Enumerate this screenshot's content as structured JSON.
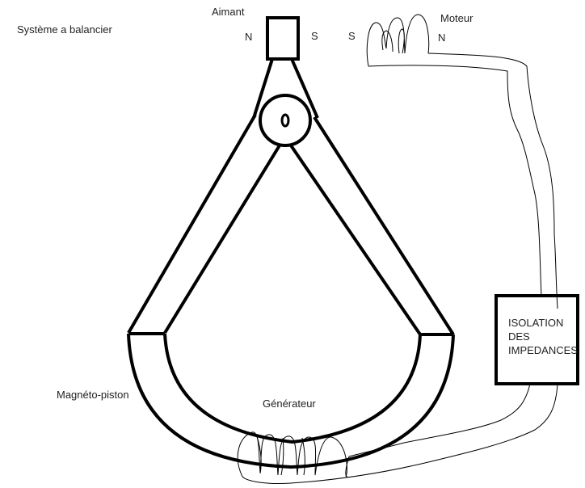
{
  "colors": {
    "ink": "#000000",
    "text": "#222222",
    "background": "#ffffff"
  },
  "labels": {
    "system_title": "Système a balancier",
    "magnet": "Aimant",
    "magnet_north": "N",
    "magnet_south": "S",
    "motor": "Moteur",
    "motor_south": "S",
    "motor_north": "N",
    "magneto_piston": "Magnéto-piston",
    "generator": "Générateur"
  },
  "isolation_box": {
    "lines": [
      "ISOLATION",
      "DES",
      "IMPEDANCES"
    ]
  }
}
